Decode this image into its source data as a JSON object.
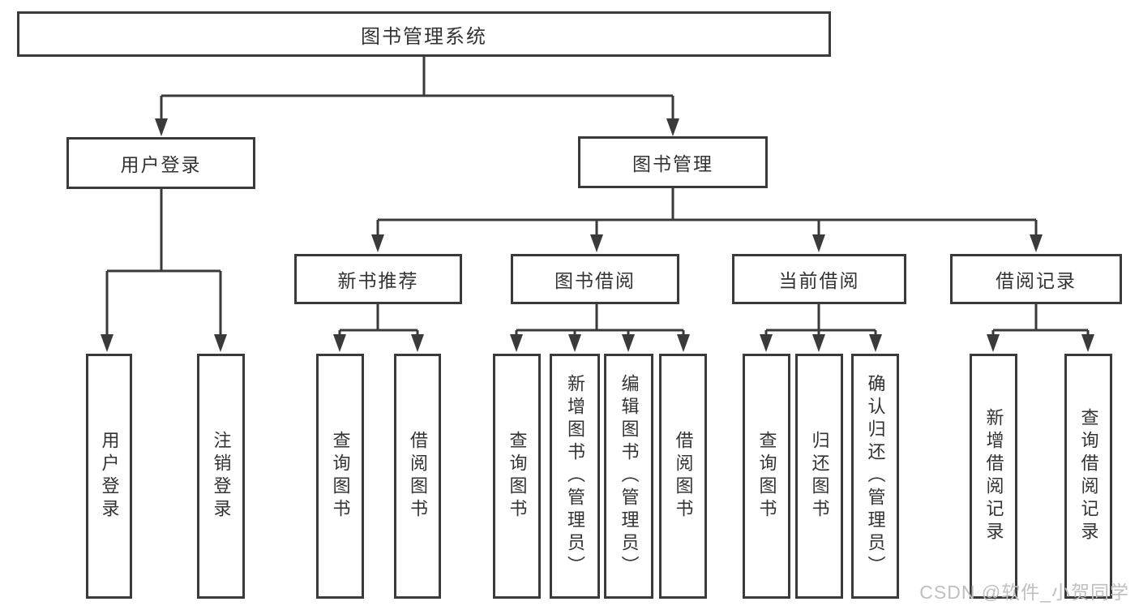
{
  "root": {
    "label": "图书管理系统"
  },
  "branches": [
    {
      "label": "用户登录",
      "children": [
        {
          "label": "用户登录"
        },
        {
          "label": "注销登录"
        }
      ]
    },
    {
      "label": "图书管理",
      "groups": [
        {
          "label": "新书推荐",
          "children": [
            {
              "label": "查询图书"
            },
            {
              "label": "借阅图书"
            }
          ]
        },
        {
          "label": "图书借阅",
          "children": [
            {
              "label": "查询图书"
            },
            {
              "label": "新增图书（管理员）"
            },
            {
              "label": "编辑图书（管理员）"
            },
            {
              "label": "借阅图书"
            }
          ]
        },
        {
          "label": "当前借阅",
          "children": [
            {
              "label": "查询图书"
            },
            {
              "label": "归还图书"
            },
            {
              "label": "确认归还（管理员）"
            }
          ]
        },
        {
          "label": "借阅记录",
          "children": [
            {
              "label": "新增借阅记录"
            },
            {
              "label": "查询借阅记录"
            }
          ]
        }
      ]
    }
  ],
  "watermark": {
    "text": "CSDN @软件_小贺同学"
  },
  "colors": {
    "line": "#3a3a3a",
    "text": "#333333",
    "watermark": "#bfbfbf",
    "background": "#ffffff"
  }
}
